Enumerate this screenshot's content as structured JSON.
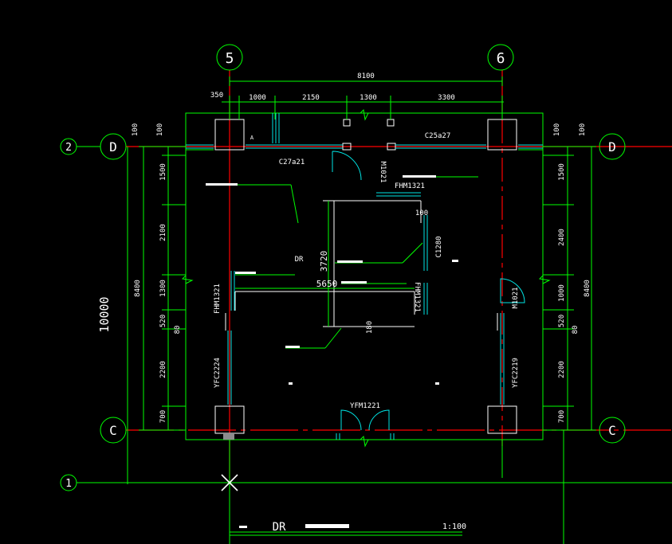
{
  "colors": {
    "background": "#000000",
    "wall": "#00ff00",
    "axis": "#ff0000",
    "window": "#00e5e5",
    "white": "#ffffff",
    "column": "#d8d8d8"
  },
  "axes": {
    "five": "5",
    "six": "6",
    "two": "2",
    "one": "1",
    "d_left": "D",
    "d_right": "D",
    "c_left": "C",
    "c_right": "C"
  },
  "dims_top": {
    "total": "8100",
    "offset": "350",
    "s1": "1000",
    "s2": "2150",
    "s3": "1300",
    "s4": "3300"
  },
  "dims_left": {
    "overall": "10000",
    "sub": "8400",
    "v100a": "100",
    "v100b": "100",
    "v1500": "1500",
    "v2100": "2100",
    "v1300": "1300",
    "v520": "520",
    "v80": "80",
    "v2200": "2200",
    "v700": "700"
  },
  "dims_right": {
    "sub": "8400",
    "v100a": "100",
    "v100b": "100",
    "v1500": "1500",
    "v2400": "2400",
    "v1000": "1000",
    "v520": "520",
    "v80": "80",
    "v2200": "2200",
    "v700": "700"
  },
  "dims_inner": {
    "d3720": "3720",
    "d5650": "5650",
    "d100": "100",
    "d180": "180"
  },
  "labels": {
    "c27a21": "C27a21",
    "c25a27": "C25a27",
    "m1021_top": "M1021",
    "fhm1321_top": "FHM1321",
    "c1280": "C1280",
    "m1021_right": "M1021",
    "fhm1321_left": "FHM1321",
    "yfc2224": "YFC2224",
    "yfc2219": "YFC2219",
    "yfm1221": "YFM1221",
    "dr": "DR",
    "a_mark": "A",
    "fhm1321_inner": "FHM1321"
  },
  "title_block": {
    "drawing_code": "DR",
    "scale": "1:100"
  }
}
